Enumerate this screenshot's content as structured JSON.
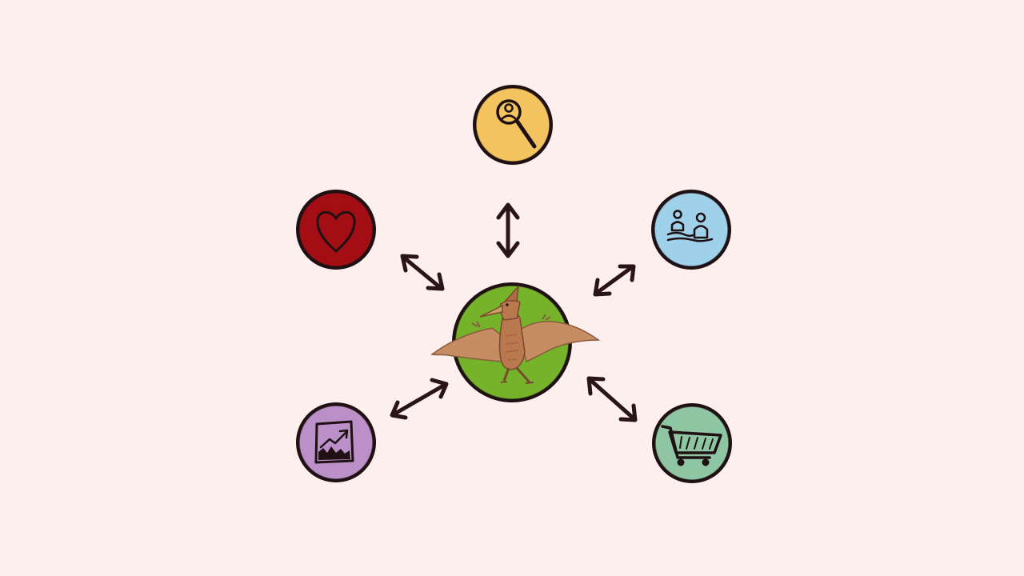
{
  "diagram": {
    "background": "#fcefee",
    "center": {
      "id": "center-hub",
      "icon": "pterodactyl-icon",
      "color": "#74b32a"
    },
    "nodes": [
      {
        "id": "search-user",
        "icon": "search-user-icon",
        "color": "#f2c35e"
      },
      {
        "id": "audience",
        "icon": "people-icon",
        "color": "#9fd1ea"
      },
      {
        "id": "shopping",
        "icon": "shopping-cart-icon",
        "color": "#8ec5a3"
      },
      {
        "id": "analytics",
        "icon": "growth-chart-icon",
        "color": "#bb8fc8"
      },
      {
        "id": "loyalty",
        "icon": "heart-icon",
        "color": "#a30e14"
      }
    ],
    "connector_style": "bidirectional-arrow",
    "stroke_color": "#1e1013"
  }
}
